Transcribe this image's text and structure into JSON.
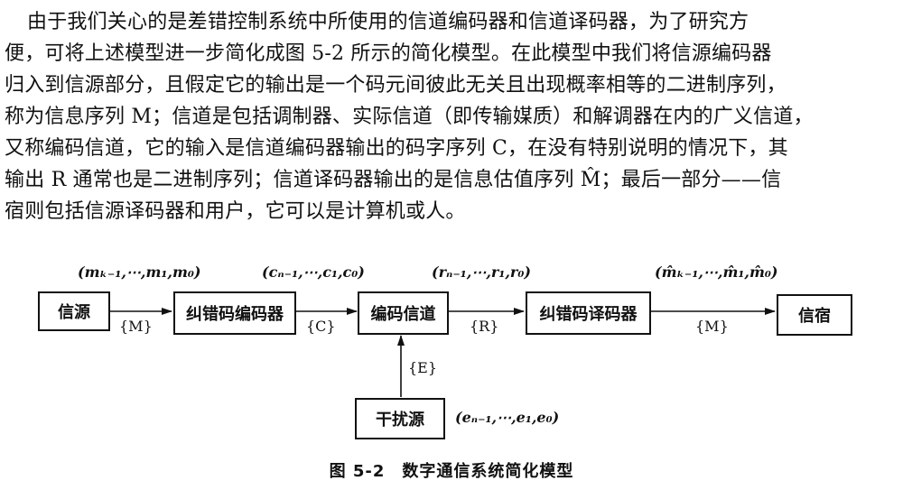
{
  "paragraph": {
    "lines": [
      "由于我们关心的是差错控制系统中所使用的信道编码器和信道译码器，为了研究方",
      "便，可将上述模型进一步简化成图 5-2 所示的简化模型。在此模型中我们将信源编码器",
      "归入到信源部分，且假定它的输出是一个码元间彼此无关且出现概率相等的二进制序列，",
      "称为信息序列 M；信道是包括调制器、实际信道（即传输媒质）和解调器在内的广义信道，",
      "又称编码信道，它的输入是信道编码器输出的码字序列 C，在没有特别说明的情况下，其",
      "输出 R 通常也是二进制序列；信道译码器输出的是信息估值序列 M̂；最后一部分——信",
      "宿则包括信源译码器和用户，它可以是计算机或人。"
    ]
  },
  "diagram": {
    "boxes": {
      "source": "信源",
      "encoder": "纠错码编码器",
      "channel": "编码信道",
      "decoder": "纠错码译码器",
      "sink": "信宿",
      "noise": "干扰源"
    },
    "arrow_labels": {
      "m": "{M}",
      "c": "{C}",
      "r": "{R}",
      "m_hat": "{M}",
      "e": "{E}"
    },
    "sequences": {
      "m": "(mₖ₋₁,⋯,m₁,m₀)",
      "c": "(cₙ₋₁,⋯,c₁,c₀)",
      "r": "(rₙ₋₁,⋯,r₁,r₀)",
      "m_hat": "(m̂ₖ₋₁,⋯,m̂₁,m̂₀)",
      "e": "(eₙ₋₁,⋯,e₁,e₀)"
    }
  },
  "caption": "图 5-2　数字通信系统简化模型"
}
